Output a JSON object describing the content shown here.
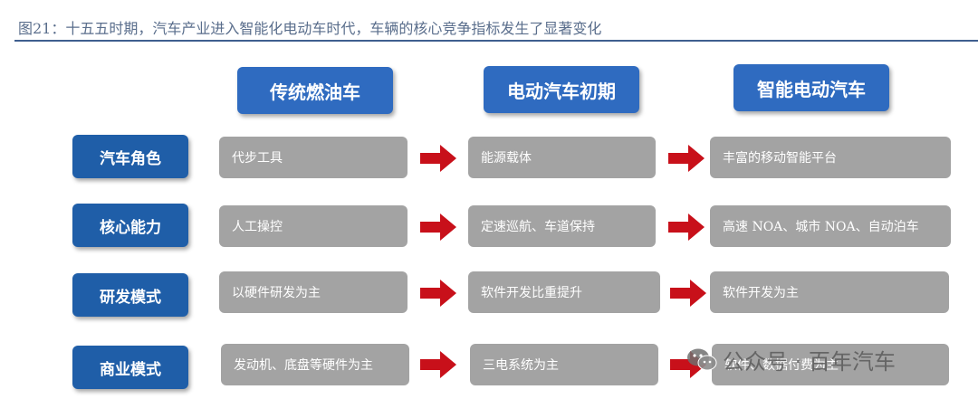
{
  "caption": "图21：十五五时期，汽车产业进入智能化电动车时代，车辆的核心竞争指标发生了显著变化",
  "columns": [
    "传统燃油车",
    "电动汽车初期",
    "智能电动汽车"
  ],
  "rows": [
    {
      "label": "汽车角色",
      "cells": [
        "代步工具",
        "能源载体",
        "丰富的移动智能平台"
      ]
    },
    {
      "label": "核心能力",
      "cells": [
        "人工操控",
        "定速巡航、车道保持",
        "高速 NOA、城市 NOA、自动泊车"
      ]
    },
    {
      "label": "研发模式",
      "cells": [
        "以硬件研发为主",
        "软件开发比重提升",
        "软件开发为主"
      ]
    },
    {
      "label": "商业模式",
      "cells": [
        "发动机、底盘等硬件为主",
        "三电系统为主",
        "软件、数据付费为主"
      ]
    }
  ],
  "watermark": {
    "text": "公众号 · 百年汽车",
    "icon": "wechat-icon"
  },
  "colors": {
    "header": "#2f6bc0",
    "row_label": "#1f5ea8",
    "cell": "#a3a3a3",
    "arrow": "#c8101a",
    "caption": "#5a6e8c",
    "rule": "#3f5f8f"
  }
}
